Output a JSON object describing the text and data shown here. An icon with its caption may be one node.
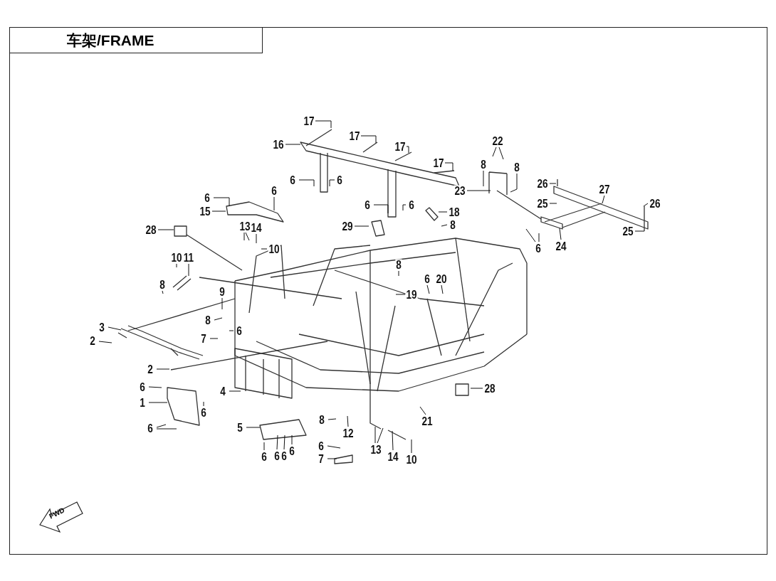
{
  "diagram": {
    "title": "车架/FRAME",
    "nodes": [
      {
        "text": [
          "17"
        ]
      },
      {
        "text": [
          "17"
        ]
      },
      {
        "text": [
          "16"
        ]
      },
      {
        "text": [
          "17"
        ]
      },
      {
        "text": [
          "22"
        ]
      },
      {
        "text": [
          "17"
        ]
      },
      {
        "text": [
          "8"
        ]
      },
      {
        "text": [
          "8"
        ]
      },
      {
        "text": [
          "6"
        ]
      },
      {
        "text": [
          "6"
        ]
      },
      {
        "text": [
          "6"
        ]
      },
      {
        "text": [
          "6"
        ]
      },
      {
        "text": [
          "23"
        ]
      },
      {
        "text": [
          "26"
        ]
      },
      {
        "text": [
          "27"
        ]
      },
      {
        "text": [
          "26"
        ]
      },
      {
        "text": [
          "15"
        ]
      },
      {
        "text": [
          "25"
        ]
      },
      {
        "text": [
          "6"
        ]
      },
      {
        "text": [
          "6"
        ]
      },
      {
        "text": [
          "18"
        ]
      },
      {
        "text": [
          "8"
        ]
      },
      {
        "text": [
          "29"
        ]
      },
      {
        "text": [
          "28"
        ]
      },
      {
        "text": [
          "13"
        ]
      },
      {
        "text": [
          "14"
        ]
      },
      {
        "text": [
          "25"
        ]
      },
      {
        "text": [
          "10"
        ]
      },
      {
        "text": [
          "6"
        ]
      },
      {
        "text": [
          "24"
        ]
      },
      {
        "text": [
          "10"
        ]
      },
      {
        "text": [
          "11"
        ]
      },
      {
        "text": [
          "8"
        ]
      },
      {
        "text": [
          "8"
        ]
      },
      {
        "text": [
          "6"
        ]
      },
      {
        "text": [
          "20"
        ]
      },
      {
        "text": [
          "19"
        ]
      },
      {
        "text": [
          "9"
        ]
      },
      {
        "text": [
          "8"
        ]
      },
      {
        "text": [
          "3"
        ]
      },
      {
        "text": [
          "6"
        ]
      },
      {
        "text": [
          "7"
        ]
      },
      {
        "text": [
          "2"
        ]
      },
      {
        "text": [
          "2"
        ]
      },
      {
        "text": [
          "6"
        ]
      },
      {
        "text": [
          "4"
        ]
      },
      {
        "text": [
          "28"
        ]
      },
      {
        "text": [
          "1"
        ]
      },
      {
        "text": [
          "6"
        ]
      },
      {
        "text": [
          "8"
        ]
      },
      {
        "text": [
          "21"
        ]
      },
      {
        "text": [
          "5"
        ]
      },
      {
        "text": [
          "6"
        ]
      },
      {
        "text": [
          "12"
        ]
      },
      {
        "text": [
          "6"
        ]
      },
      {
        "text": [
          "13"
        ]
      },
      {
        "text": [
          "6"
        ]
      },
      {
        "text": [
          "6"
        ]
      },
      {
        "text": [
          "6"
        ]
      },
      {
        "text": [
          "14"
        ]
      },
      {
        "text": [
          "10"
        ]
      },
      {
        "text": [
          "6"
        ]
      },
      {
        "text": [
          "7"
        ]
      }
    ],
    "edges": [
      {
        "from": 0,
        "to": null,
        "arrow": "none"
      },
      {
        "from": 1,
        "to": null,
        "arrow": "none"
      },
      {
        "from": 2,
        "to": null,
        "arrow": "none"
      },
      {
        "from": 3,
        "to": null,
        "arrow": "none"
      },
      {
        "from": 4,
        "to": null,
        "arrow": "none"
      },
      {
        "from": 5,
        "to": null,
        "arrow": "none"
      },
      {
        "from": 6,
        "to": null,
        "arrow": "none"
      },
      {
        "from": 7,
        "to": null,
        "arrow": "none"
      },
      {
        "from": 8,
        "to": null,
        "arrow": "none"
      },
      {
        "from": 9,
        "to": null,
        "arrow": "none"
      },
      {
        "from": 10,
        "to": null,
        "arrow": "none"
      },
      {
        "from": 11,
        "to": null,
        "arrow": "none"
      },
      {
        "from": 12,
        "to": null,
        "arrow": "none"
      },
      {
        "from": 13,
        "to": null,
        "arrow": "none"
      },
      {
        "from": 14,
        "to": null,
        "arrow": "none"
      },
      {
        "from": 15,
        "to": null,
        "arrow": "none"
      },
      {
        "from": 16,
        "to": null,
        "arrow": "none"
      },
      {
        "from": 17,
        "to": null,
        "arrow": "none"
      },
      {
        "from": 18,
        "to": null,
        "arrow": "none"
      },
      {
        "from": 19,
        "to": null,
        "arrow": "none"
      },
      {
        "from": 20,
        "to": null,
        "arrow": "none"
      },
      {
        "from": 21,
        "to": null,
        "arrow": "none"
      },
      {
        "from": 22,
        "to": null,
        "arrow": "none"
      },
      {
        "from": 23,
        "to": null,
        "arrow": "none"
      },
      {
        "from": 24,
        "to": null,
        "arrow": "none"
      },
      {
        "from": 25,
        "to": null,
        "arrow": "none"
      },
      {
        "from": 26,
        "to": null,
        "arrow": "none"
      },
      {
        "from": 27,
        "to": null,
        "arrow": "none"
      },
      {
        "from": 28,
        "to": null,
        "arrow": "none"
      },
      {
        "from": 29,
        "to": null,
        "arrow": "none"
      },
      {
        "from": 30,
        "to": null,
        "arrow": "none"
      },
      {
        "from": 31,
        "to": null,
        "arrow": "none"
      },
      {
        "from": 32,
        "to": null,
        "arrow": "none"
      },
      {
        "from": 33,
        "to": null,
        "arrow": "none"
      },
      {
        "from": 34,
        "to": null,
        "arrow": "none"
      },
      {
        "from": 35,
        "to": null,
        "arrow": "none"
      },
      {
        "from": 36,
        "to": null,
        "arrow": "none"
      },
      {
        "from": 37,
        "to": null,
        "arrow": "none"
      },
      {
        "from": 38,
        "to": null,
        "arrow": "none"
      },
      {
        "from": 39,
        "to": null,
        "arrow": "none"
      },
      {
        "from": 40,
        "to": null,
        "arrow": "none"
      },
      {
        "from": 41,
        "to": null,
        "arrow": "none"
      },
      {
        "from": 42,
        "to": null,
        "arrow": "none"
      },
      {
        "from": 43,
        "to": null,
        "arrow": "none"
      },
      {
        "from": 44,
        "to": null,
        "arrow": "none"
      },
      {
        "from": 45,
        "to": null,
        "arrow": "none"
      },
      {
        "from": 46,
        "to": null,
        "arrow": "none"
      },
      {
        "from": 47,
        "to": null,
        "arrow": "none"
      },
      {
        "from": 48,
        "to": null,
        "arrow": "none"
      },
      {
        "from": 49,
        "to": null,
        "arrow": "none"
      },
      {
        "from": 50,
        "to": null,
        "arrow": "none"
      },
      {
        "from": 51,
        "to": null,
        "arrow": "none"
      },
      {
        "from": 52,
        "to": null,
        "arrow": "none"
      },
      {
        "from": 53,
        "to": null,
        "arrow": "none"
      },
      {
        "from": 54,
        "to": null,
        "arrow": "none"
      },
      {
        "from": 55,
        "to": null,
        "arrow": "none"
      },
      {
        "from": 56,
        "to": null,
        "arrow": "none"
      },
      {
        "from": 57,
        "to": null,
        "arrow": "none"
      },
      {
        "from": 58,
        "to": null,
        "arrow": "none"
      },
      {
        "from": 59,
        "to": null,
        "arrow": "none"
      },
      {
        "from": 60,
        "to": null,
        "arrow": "none"
      },
      {
        "from": 61,
        "to": null,
        "arrow": "none"
      },
      {
        "from": 62,
        "to": null,
        "arrow": "none"
      }
    ],
    "labels": [
      "FWD"
    ]
  }
}
